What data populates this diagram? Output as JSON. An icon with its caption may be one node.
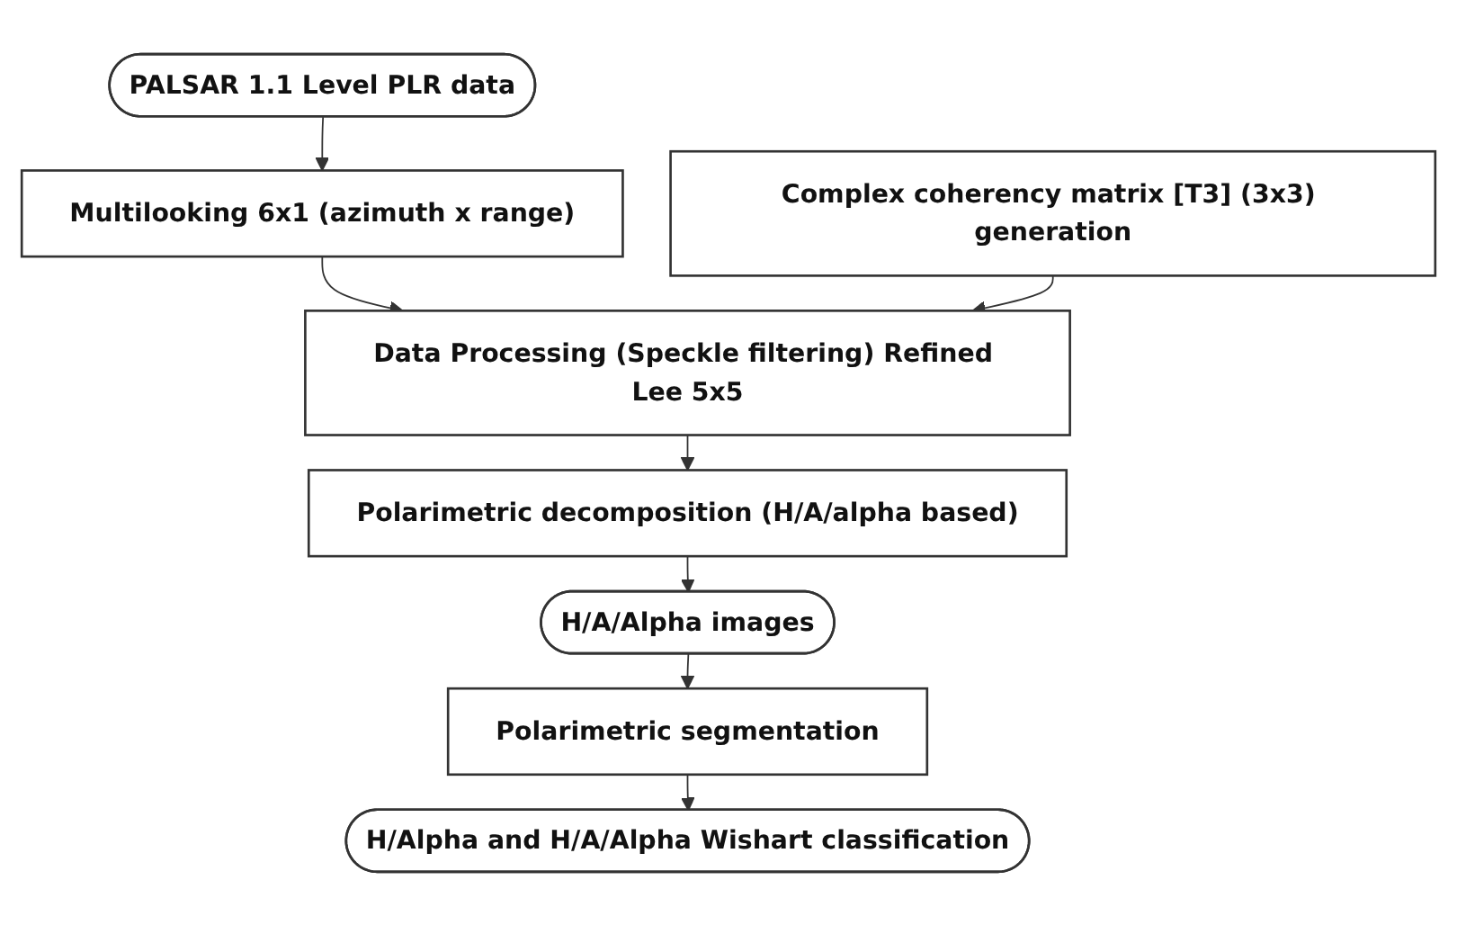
{
  "diagram": {
    "nodes": [
      {
        "text": [
          "PALSAR 1.1 Level PLR data"
        ]
      },
      {
        "text": [
          "Multilooking 6x1 (azimuth x range)"
        ]
      },
      {
        "text": [
          "Complex coherency matrix [T3] (3x3) generation"
        ]
      },
      {
        "text": [
          "Data Processing (Speckle filtering) Refined Lee 5x5"
        ]
      },
      {
        "text": [
          "Polarimetric decomposition (H/A/alpha based)"
        ]
      },
      {
        "text": [
          "H/A/Alpha images"
        ]
      },
      {
        "text": [
          "Polarimetric segmentation"
        ]
      },
      {
        "text": [
          "H/Alpha and H/A/Alpha Wishart classification"
        ]
      }
    ],
    "edges": [
      {
        "from": 0,
        "to": 1,
        "arrow": "to"
      },
      {
        "from": 1,
        "to": 3,
        "arrow": "to"
      },
      {
        "from": 2,
        "to": 3,
        "arrow": "to"
      },
      {
        "from": 3,
        "to": 4,
        "arrow": "to"
      },
      {
        "from": 4,
        "to": 5,
        "arrow": "to"
      },
      {
        "from": 5,
        "to": 6,
        "arrow": "to"
      },
      {
        "from": 6,
        "to": 7,
        "arrow": "to"
      }
    ]
  }
}
